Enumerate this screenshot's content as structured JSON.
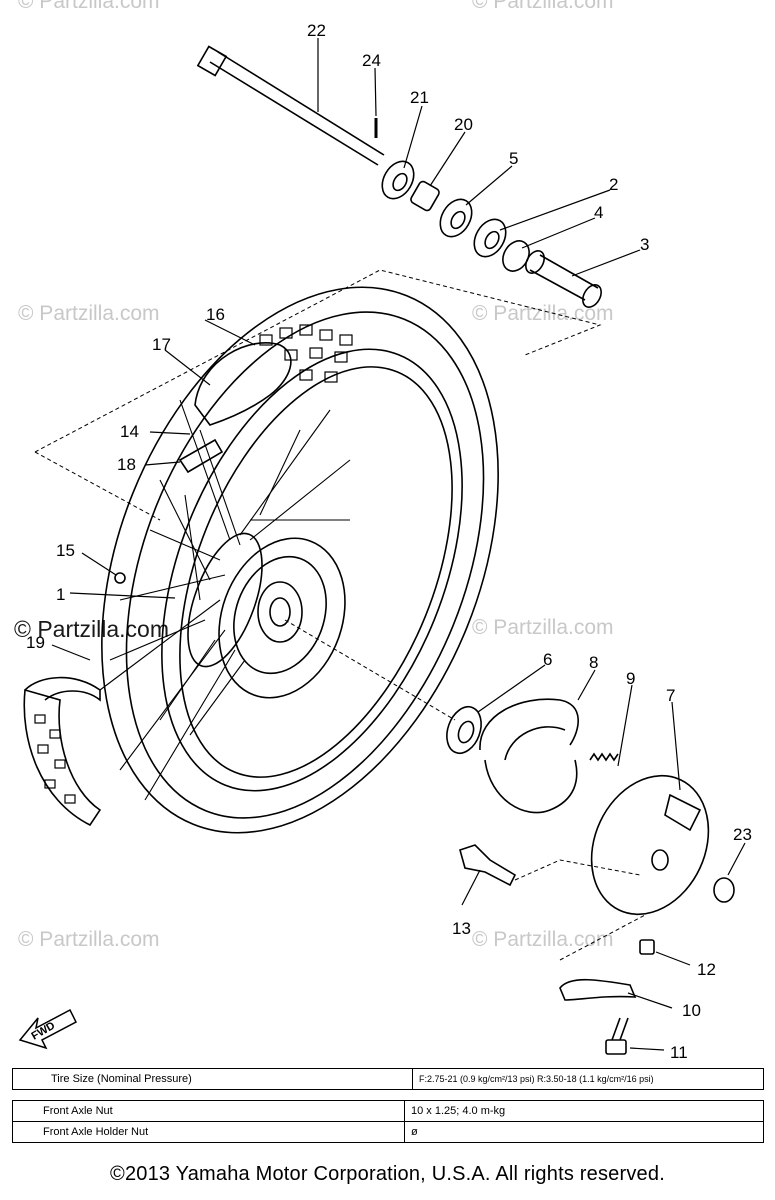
{
  "watermark": "© Partzilla.com",
  "callouts": [
    "1",
    "2",
    "3",
    "4",
    "5",
    "6",
    "7",
    "8",
    "9",
    "10",
    "11",
    "12",
    "13",
    "14",
    "15",
    "16",
    "17",
    "18",
    "19",
    "20",
    "21",
    "22",
    "23",
    "24"
  ],
  "fwd_label": "FWD",
  "tire_table": {
    "label": "Tire Size (Nominal Pressure)",
    "value": "F:2.75-21 (0.9 kg/cm²/13 psi) R:3.50-18 (1.1 kg/cm²/16 psi)"
  },
  "torque_table": [
    {
      "label": "Front Axle Nut",
      "value": "10 x 1.25; 4.0 m-kg"
    },
    {
      "label": "Front Axle Holder Nut",
      "value": "ø"
    }
  ],
  "copyright": "©2013  Yamaha Motor Corporation, U.S.A. All rights reserved."
}
